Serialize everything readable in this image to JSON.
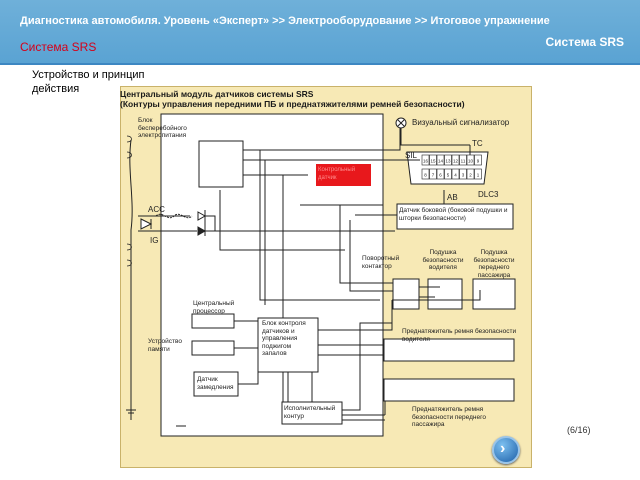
{
  "header": {
    "breadcrumb": "Диагностика автомобиля. Уровень «Эксперт» >> Электрооборудование >> Итоговое упражнение",
    "subtitle": "Система SRS",
    "topic": "Система SRS"
  },
  "lead": "Устройство и принцип действия",
  "diagram": {
    "title_line1": "Центральный модуль датчиков системы SRS",
    "title_line2": "(Контуры управления передними ПБ и преднатяжителями ремней безопасности)",
    "backup_supply": "Блок бесперебойного электропитания",
    "acc": "ACC",
    "ig": "IG",
    "visual_indicator": "Визуальный сигнализатор",
    "tc": "TC",
    "sil": "SIL",
    "ab": "AB",
    "dlc3": "DLC3",
    "red_block": "Контрольный датчик",
    "side_sensor": "Датчик боковой (боковой подушки и шторки безопасности)",
    "rotary_connector": "Поворотный контактор",
    "driver_airbag": "Подушка безопасности водителя",
    "passenger_airbag": "Подушка безопасности переднего пассажира",
    "cpu": "Центральный процессор",
    "memory": "Устройство памяти",
    "sensor_control": "Блок контроля датчиков и управления поджигом запалов",
    "decel_sensor": "Датчик замедления",
    "actuator": "Исполнительный контур",
    "driver_pretensioner": "Преднатяжитель ремня безопасности водителя",
    "passenger_pretensioner": "Преднатяжитель ремня безопасности переднего пассажира",
    "dlc_pins_top": [
      "16",
      "15",
      "14",
      "13",
      "12",
      "11",
      "10",
      "9"
    ],
    "dlc_pins_bottom": [
      "8",
      "7",
      "6",
      "5",
      "4",
      "3",
      "2",
      "1"
    ]
  },
  "pager": {
    "page": "(6/16)"
  },
  "colors": {
    "header_bg": "#5aa3d3",
    "panel_bg": "#f7e9b5",
    "accent_red": "#d4001a",
    "red_block": "#e8181c"
  }
}
